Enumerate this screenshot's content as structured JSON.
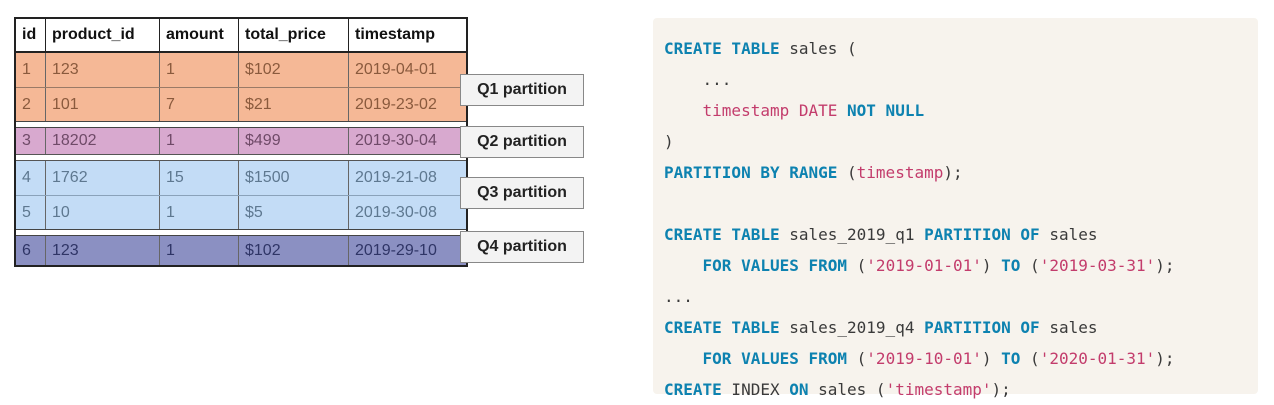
{
  "table": {
    "headers": [
      "id",
      "product_id",
      "amount",
      "total_price",
      "timestamp"
    ],
    "rows": [
      {
        "id": "1",
        "product_id": "123",
        "amount": "1",
        "total_price": "$102",
        "timestamp": "2019-04-01",
        "partition": "q1"
      },
      {
        "id": "2",
        "product_id": "101",
        "amount": "7",
        "total_price": "$21",
        "timestamp": "2019-23-02",
        "partition": "q1"
      },
      {
        "id": "3",
        "product_id": "18202",
        "amount": "1",
        "total_price": "$499",
        "timestamp": "2019-30-04",
        "partition": "q2"
      },
      {
        "id": "4",
        "product_id": "1762",
        "amount": "15",
        "total_price": "$1500",
        "timestamp": "2019-21-08",
        "partition": "q3"
      },
      {
        "id": "5",
        "product_id": "10",
        "amount": "1",
        "total_price": "$5",
        "timestamp": "2019-30-08",
        "partition": "q3"
      },
      {
        "id": "6",
        "product_id": "123",
        "amount": "1",
        "total_price": "$102",
        "timestamp": "2019-29-10",
        "partition": "q4"
      }
    ]
  },
  "partitions": {
    "q1": "Q1 partition",
    "q2": "Q2 partition",
    "q3": "Q3 partition",
    "q4": "Q4 partition"
  },
  "colors": {
    "q1": "#f5b896",
    "q2": "#d8a9cf",
    "q3": "#c3dcf6",
    "q4": "#8b90c2",
    "keyword": "#0d82b0",
    "string": "#c33c6c",
    "code_bg": "#f7f3ed"
  },
  "code": {
    "l1": {
      "kw": "CREATE TABLE",
      "rest": " sales ("
    },
    "l2": {
      "text": "    ..."
    },
    "l3": {
      "indent": "    ",
      "field": "timestamp DATE",
      "kw": " NOT NULL"
    },
    "l4": {
      "text": ")"
    },
    "l5": {
      "kw": "PARTITION BY RANGE",
      "rest1": " (",
      "field": "timestamp",
      "rest2": ");"
    },
    "l6": {
      "text": ""
    },
    "l7": {
      "kw1": "CREATE TABLE",
      "mid": " sales_2019_q1 ",
      "kw2": "PARTITION OF",
      "rest": " sales"
    },
    "l8": {
      "indent": "    ",
      "kw1": "FOR VALUES FROM",
      "p1": " (",
      "s1": "'2019-01-01'",
      "p2": ") ",
      "kw2": "TO",
      "p3": " (",
      "s2": "'2019-03-31'",
      "p4": ");"
    },
    "l9": {
      "text": "..."
    },
    "l10": {
      "kw1": "CREATE TABLE",
      "mid": " sales_2019_q4 ",
      "kw2": "PARTITION OF",
      "rest": " sales"
    },
    "l11": {
      "indent": "    ",
      "kw1": "FOR VALUES FROM",
      "p1": " (",
      "s1": "'2019-10-01'",
      "p2": ") ",
      "kw2": "TO",
      "p3": " (",
      "s2": "'2020-01-31'",
      "p4": ");"
    },
    "l12": {
      "kw1": "CREATE",
      "mid": " INDEX ",
      "kw2": "ON",
      "rest1": " sales (",
      "s1": "'timestamp'",
      "rest2": ");"
    }
  }
}
